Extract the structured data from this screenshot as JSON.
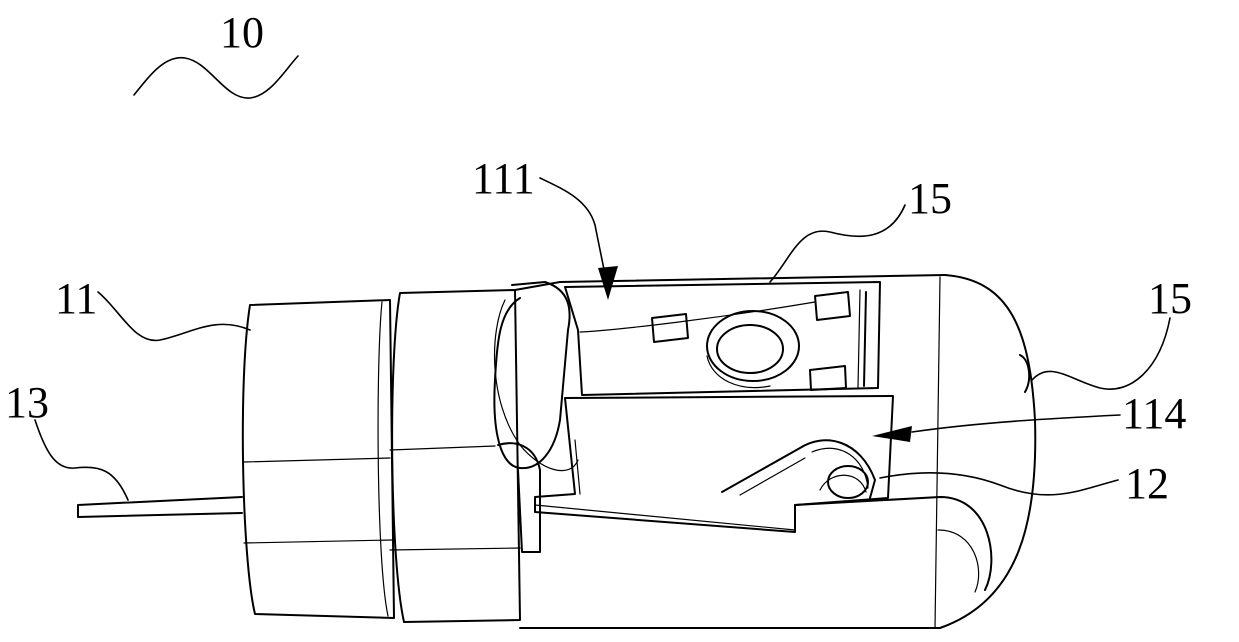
{
  "figure": {
    "labels": {
      "assembly": "10",
      "housing": "11",
      "probe_tip": "12",
      "cable": "13",
      "window_top": "111",
      "sensor_inner": "15",
      "sensor_outer": "15",
      "window_bottom": "114"
    }
  }
}
